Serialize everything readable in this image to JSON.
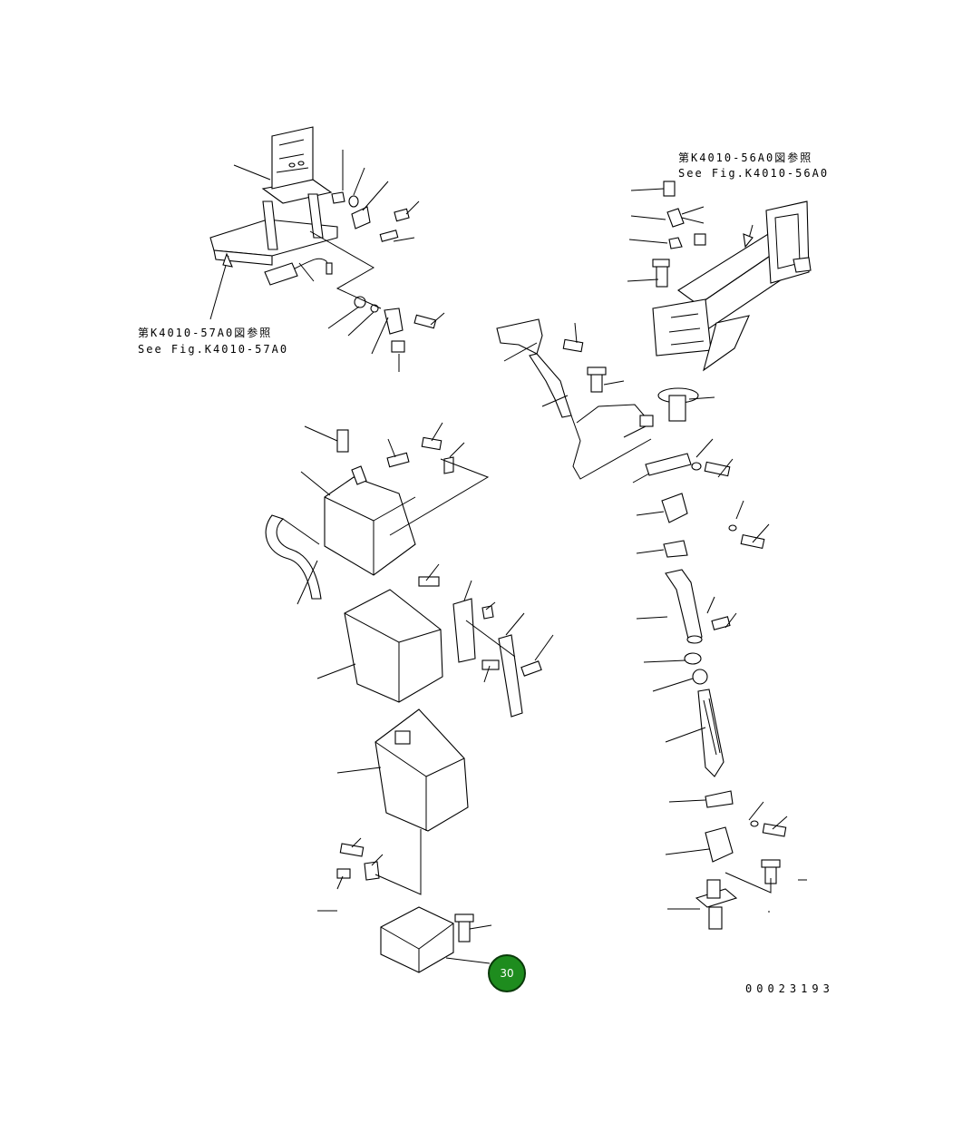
{
  "references": {
    "top_right": {
      "line1": "第K4010-56A0図参照",
      "line2": "See Fig.K4010-56A0"
    },
    "top_left": {
      "line1": "第K4010-57A0図参照",
      "line2": "See Fig.K4010-57A0"
    }
  },
  "callout": {
    "number": "30",
    "color": "#1e8c1e"
  },
  "drawing_number": "00023193"
}
